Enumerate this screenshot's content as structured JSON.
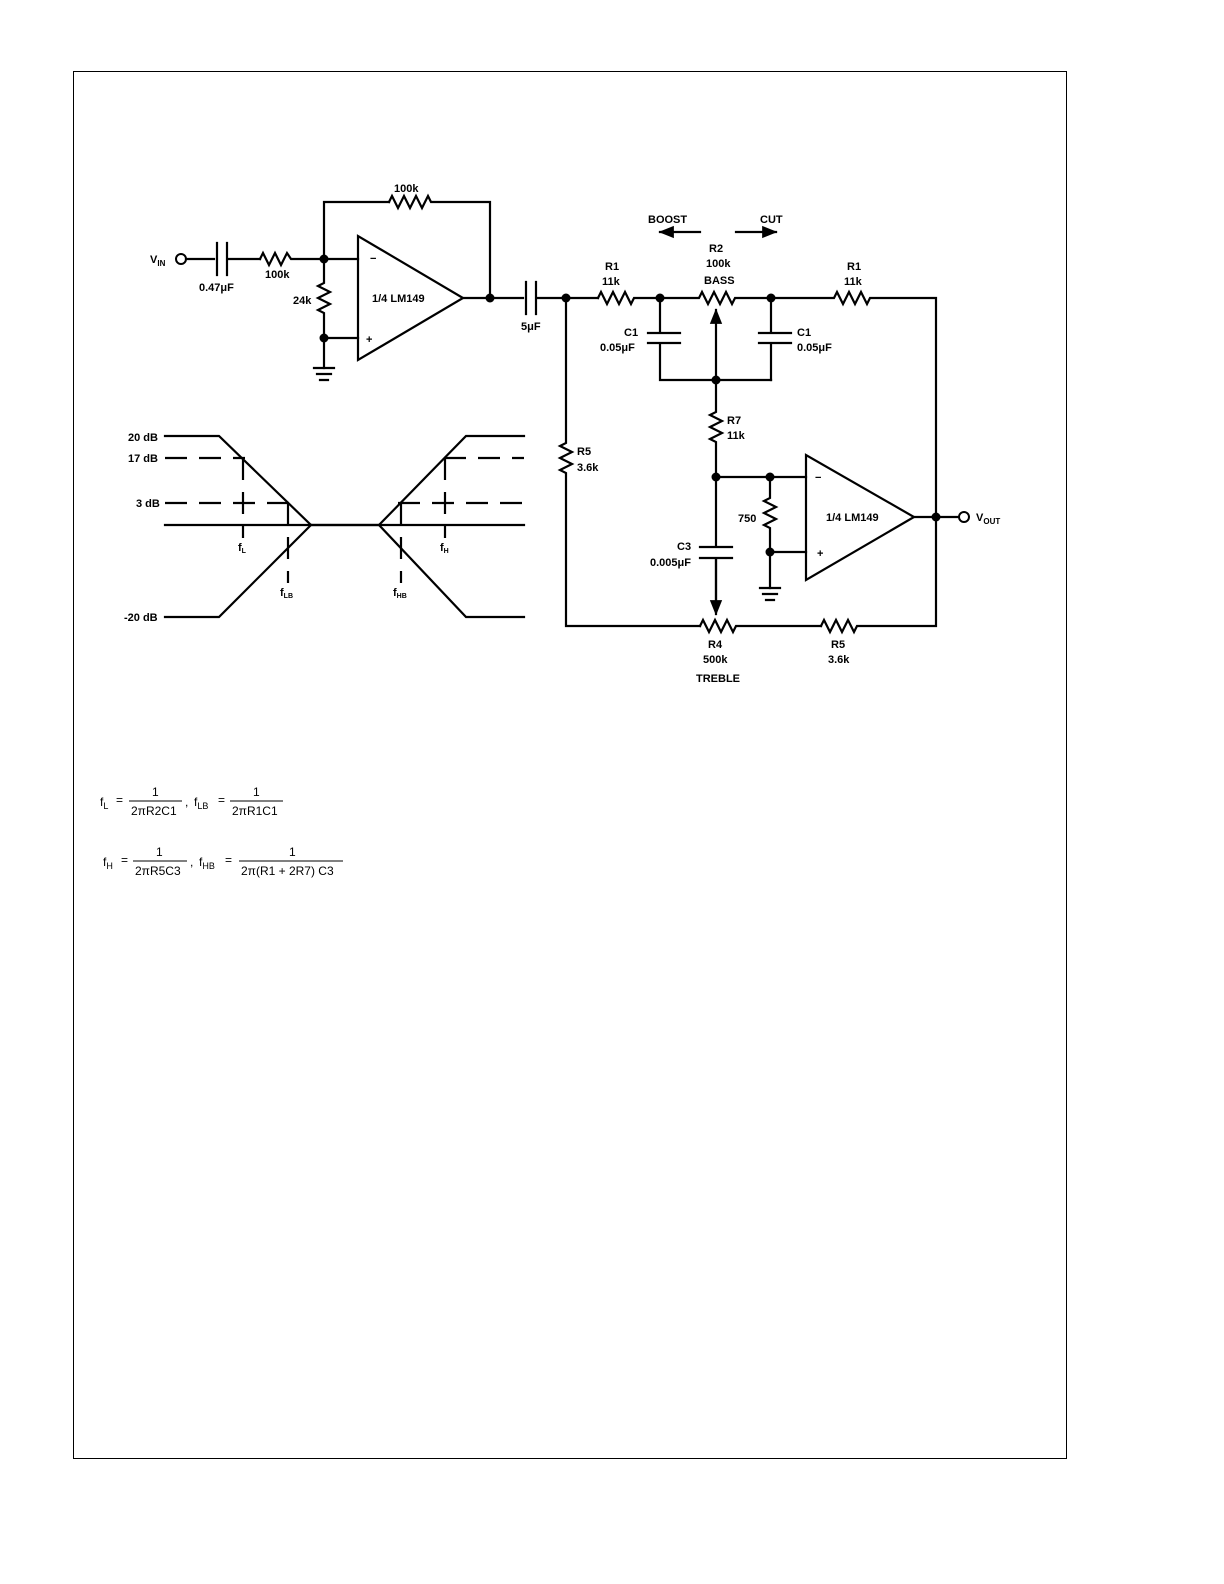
{
  "schematic": {
    "input_label": "V",
    "input_sub": "IN",
    "output_label": "V",
    "output_sub": "OUT",
    "c_in_value": "0.47μF",
    "r_in_value": "100k",
    "r_feedback_value": "100k",
    "r_bias_value": "24k",
    "op_amp_1": "1/4 LM149",
    "op_amp_2": "1/4 LM149",
    "c_coupling_value": "5μF",
    "boost_label": "BOOST",
    "cut_label": "CUT",
    "r2_name": "R2",
    "r2_value": "100k",
    "r2_role": "BASS",
    "r1_left_name": "R1",
    "r1_left_value": "11k",
    "r1_right_name": "R1",
    "r1_right_value": "11k",
    "c1_left_name": "C1",
    "c1_left_value": "0.05μF",
    "c1_right_name": "C1",
    "c1_right_value": "0.05μF",
    "r7_name": "R7",
    "r7_value": "11k",
    "r5_left_name": "R5",
    "r5_left_value": "3.6k",
    "r5_right_name": "R5",
    "r5_right_value": "3.6k",
    "c3_name": "C3",
    "c3_value": "0.005μF",
    "r_750_value": "750",
    "r4_name": "R4",
    "r4_value": "500k",
    "r4_role": "TREBLE",
    "minus_sign": "−",
    "plus_sign": "+"
  },
  "response_plot": {
    "level_labels": [
      "20 dB",
      "17 dB",
      "3 dB",
      "-20 dB"
    ],
    "freq_labels": {
      "fL": {
        "main": "f",
        "sub": "L"
      },
      "fLB": {
        "main": "f",
        "sub": "LB"
      },
      "fHB": {
        "main": "f",
        "sub": "HB"
      },
      "fH": {
        "main": "f",
        "sub": "H"
      }
    }
  },
  "equations": {
    "fL": {
      "lhs": "f",
      "sub": "L",
      "num": "1",
      "den": "2πR2C1"
    },
    "fLB": {
      "lhs": "f",
      "sub": "LB",
      "num": "1",
      "den": "2πR1C1"
    },
    "fH": {
      "lhs": "f",
      "sub": "H",
      "num": "1",
      "den": "2πR5C3"
    },
    "fHB": {
      "lhs": "f",
      "sub": "HB",
      "num": "1",
      "den": "2π(R1 + 2R7) C3"
    },
    "eq_sign": "=",
    "separator": ","
  }
}
